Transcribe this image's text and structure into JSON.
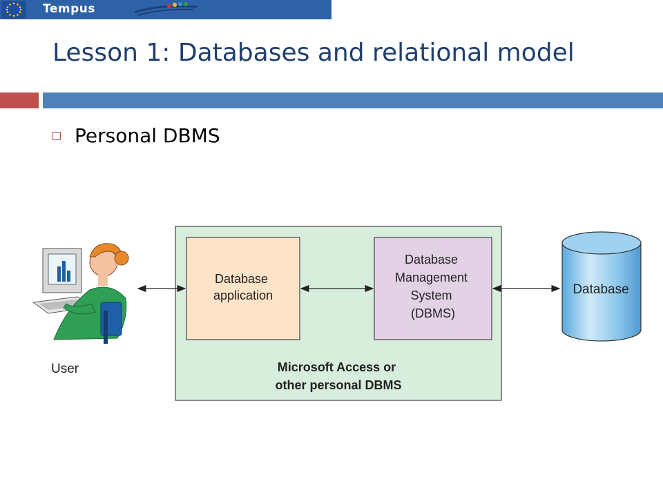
{
  "header": {
    "brand": "Tempus",
    "icons": [
      "eu-flag-icon",
      "tempus-logo-icon"
    ]
  },
  "slide": {
    "title": "Lesson 1: Databases and relational model",
    "bullet": "Personal DBMS"
  },
  "diagram": {
    "user_label": "User",
    "application_lines": [
      "Database",
      "application"
    ],
    "dbms_lines": [
      "Database",
      "Management",
      "System",
      "(DBMS)"
    ],
    "container_lines": [
      "Microsoft Access or",
      "other personal DBMS"
    ],
    "database_label": "Database",
    "colors": {
      "container": "#d8eedd",
      "application": "#fde3c7",
      "dbms": "#e3d1e6",
      "database": "#8cc8ec",
      "title": "#1f3f6e",
      "accent_red": "#c0504d",
      "accent_blue": "#4f81bd"
    }
  }
}
